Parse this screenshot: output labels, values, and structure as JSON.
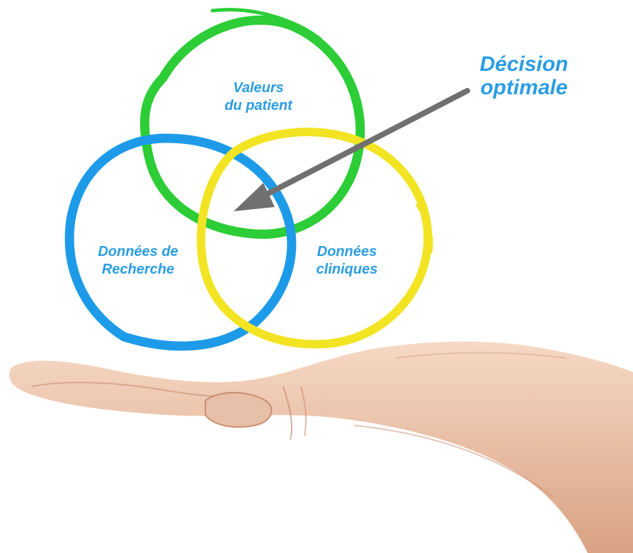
{
  "diagram": {
    "circles": [
      {
        "id": "values",
        "label_lines": [
          "Valeurs",
          "du patient"
        ],
        "color": "#2ccd36"
      },
      {
        "id": "research",
        "label_lines": [
          "Données de",
          "Recherche"
        ],
        "color": "#1e9be8"
      },
      {
        "id": "clinical",
        "label_lines": [
          "Données",
          "cliniques"
        ],
        "color": "#f2e422"
      }
    ],
    "callout": {
      "label_lines": [
        "Décision",
        "optimale"
      ],
      "arrow_color": "#707070"
    },
    "text_color": "#2b9de3"
  }
}
